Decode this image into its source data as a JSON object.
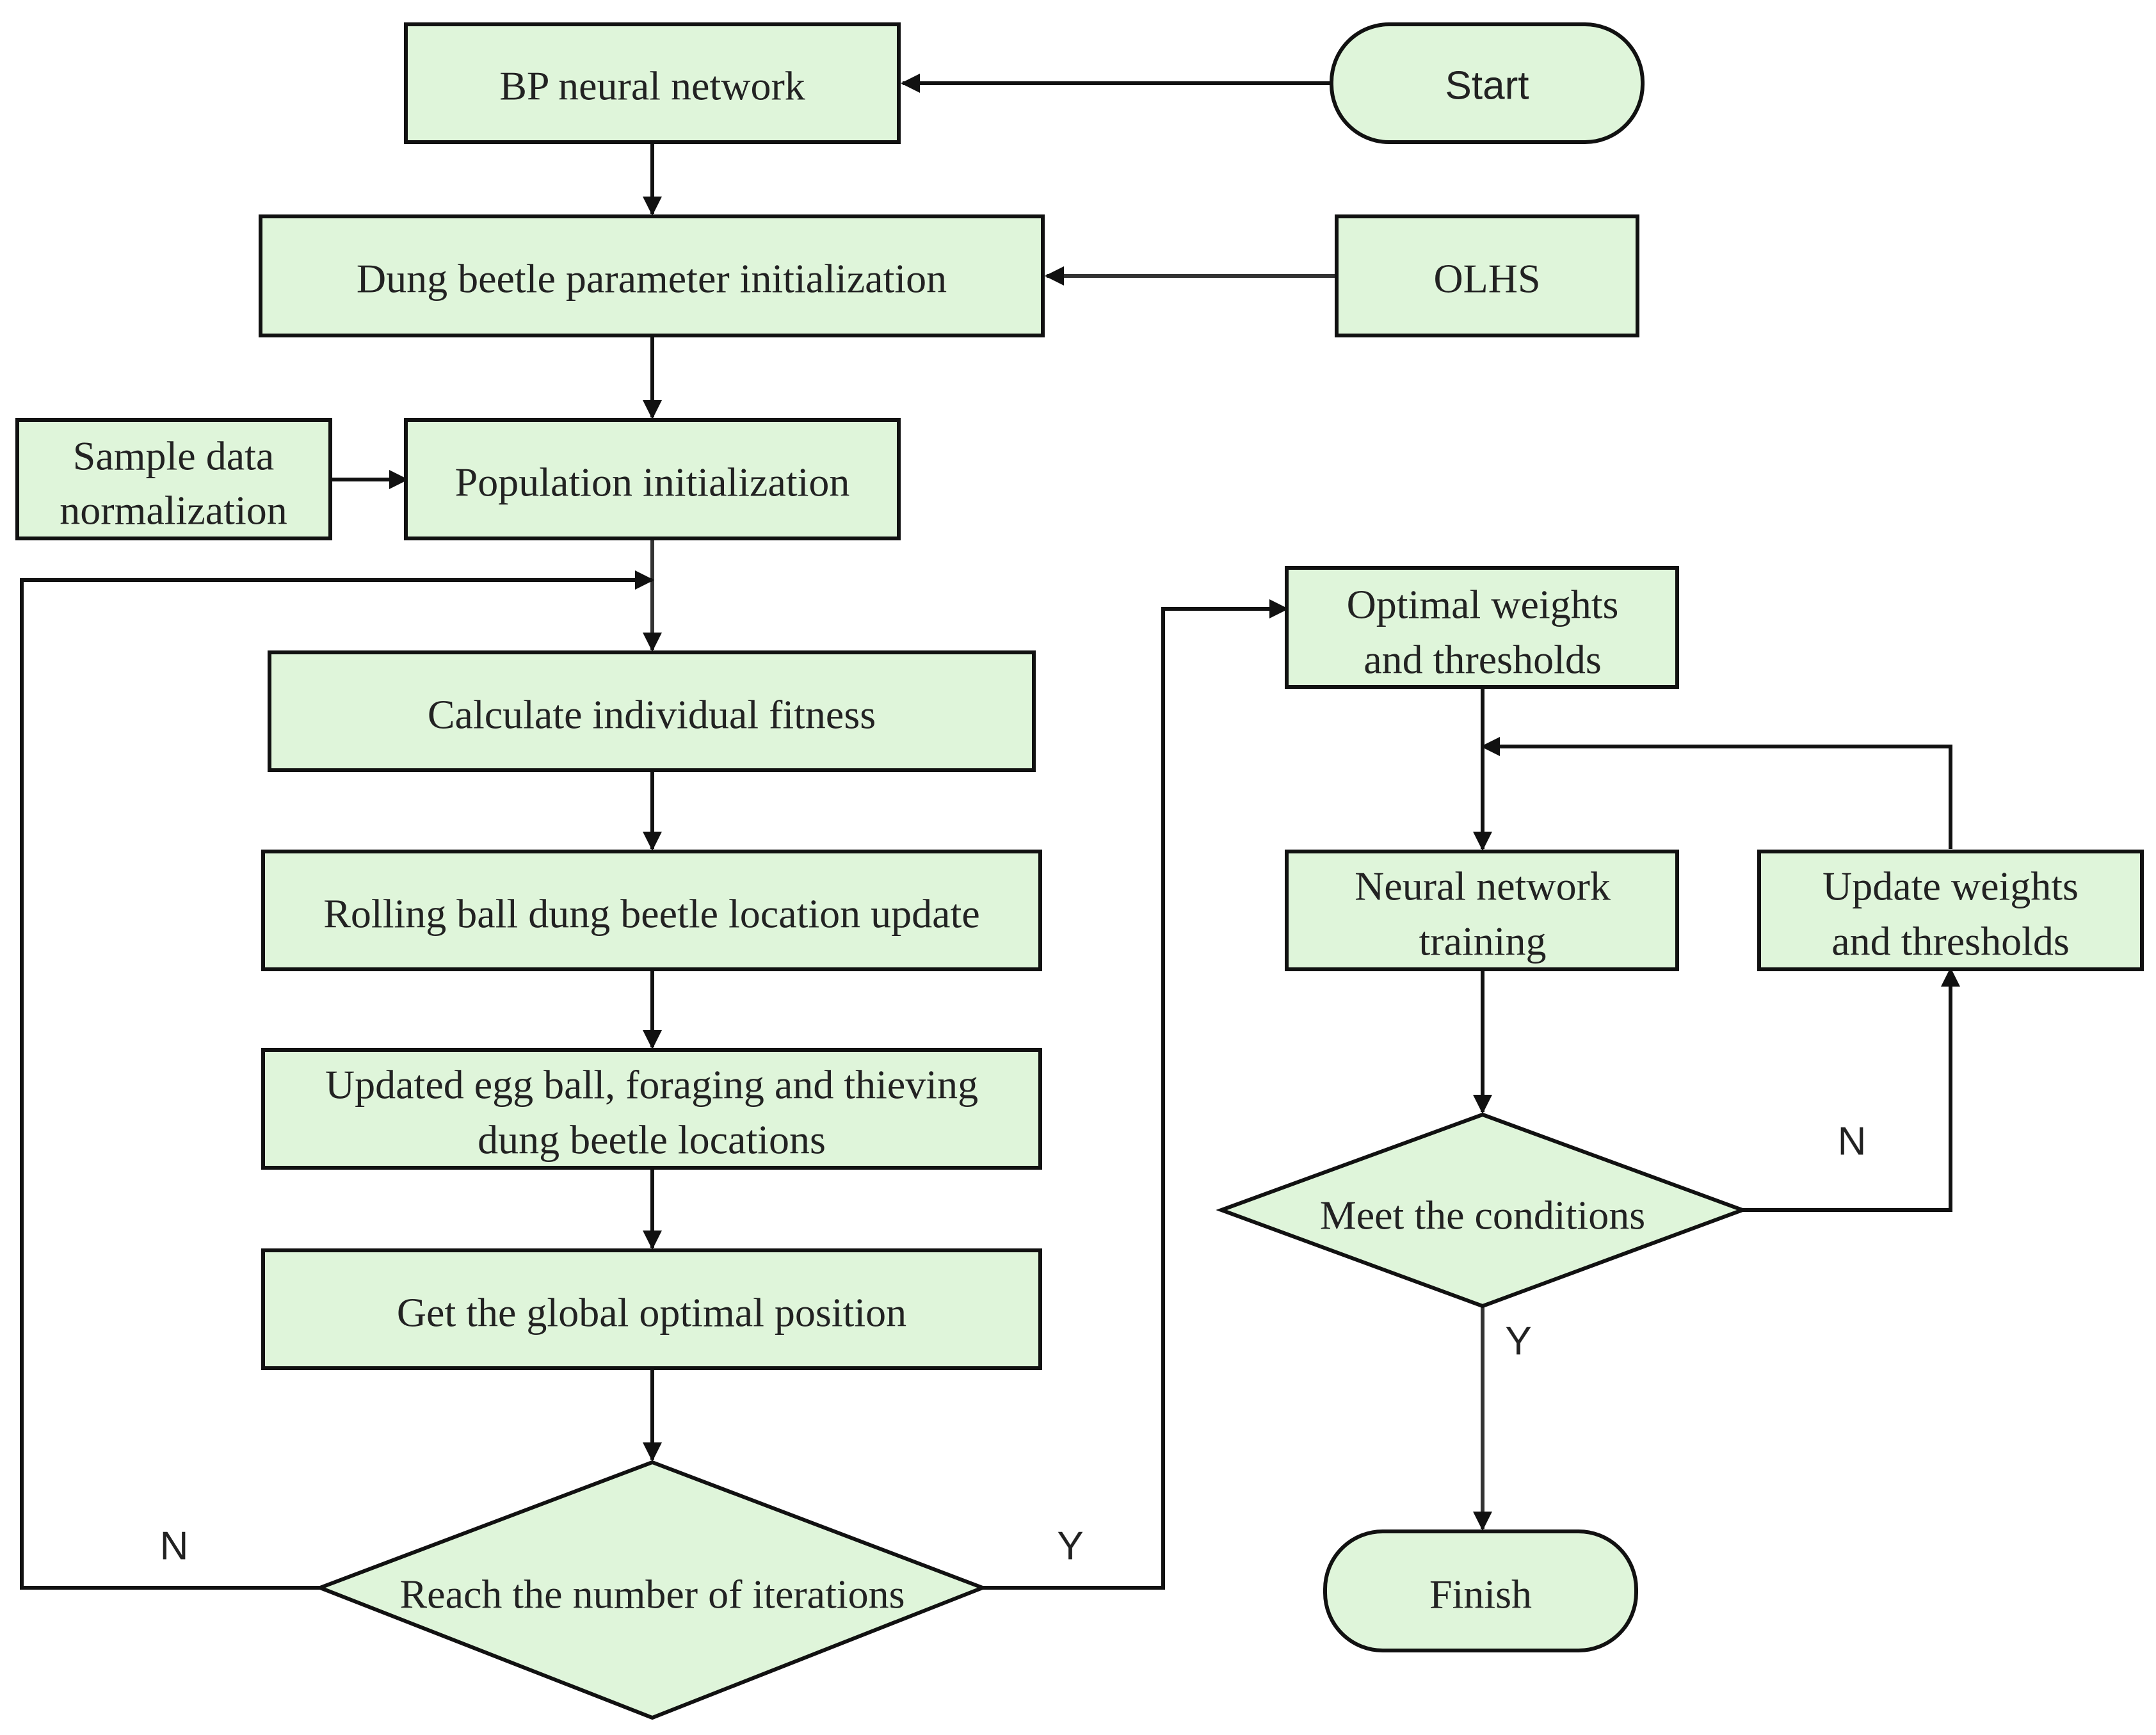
{
  "nodes": {
    "start": "Start",
    "bp": "BP  neural network",
    "olhs": "OLHS",
    "dung_init": "Dung beetle parameter initialization",
    "sample": [
      "Sample data",
      "normalization"
    ],
    "pop_init": "Population initialization",
    "calc_fitness": "Calculate individual fitness",
    "rolling": "Rolling ball dung beetle location update",
    "updated_egg": [
      "Updated egg ball, foraging and thieving",
      "dung beetle locations"
    ],
    "global_opt": "Get the global optimal position",
    "reach_iter": "Reach the number of iterations",
    "optimal_wt": [
      "Optimal weights",
      "and thresholds"
    ],
    "nn_training": [
      "Neural network",
      "training"
    ],
    "update_wt": [
      "Update weights",
      "and thresholds"
    ],
    "meet_cond": "Meet the conditions",
    "finish": "Finish"
  },
  "edge_labels": {
    "iter_no": "N",
    "iter_yes": "Y",
    "cond_no": "N",
    "cond_yes": "Y"
  },
  "colors": {
    "node_fill": "#dff5da",
    "stroke": "#111111"
  }
}
